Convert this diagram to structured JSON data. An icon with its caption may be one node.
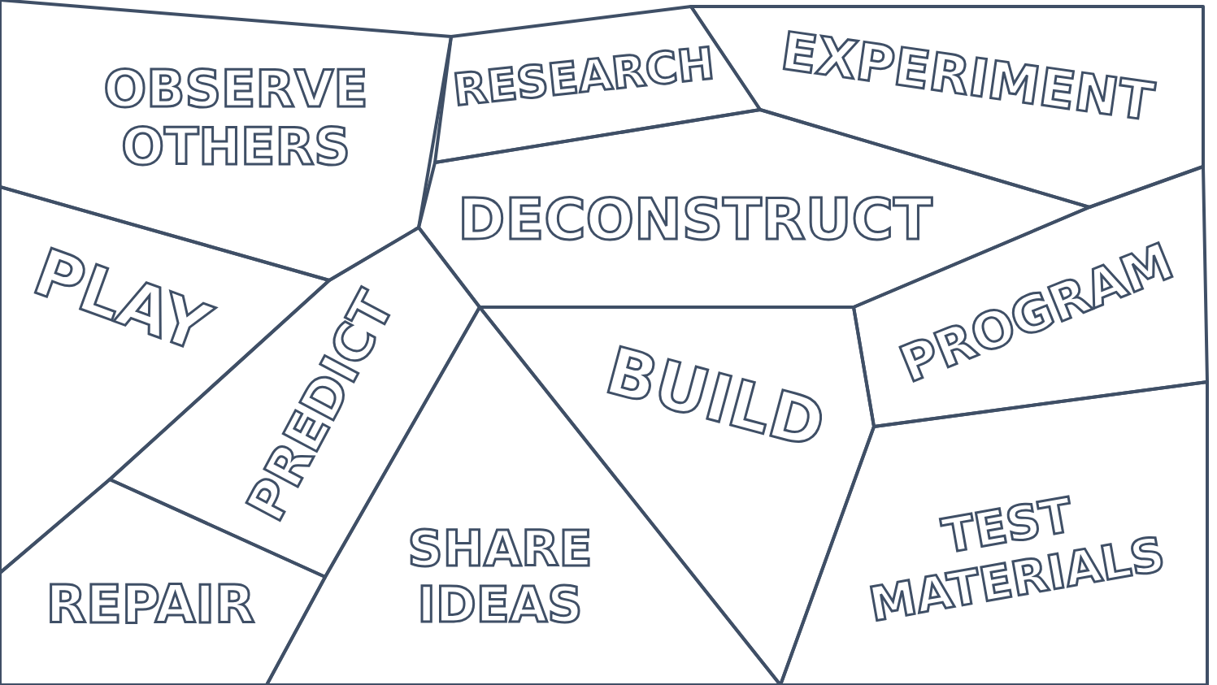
{
  "diagram": {
    "nodes": [
      {
        "text": [
          "OBSERVE OTHERS"
        ]
      },
      {
        "text": [
          "RESEARCH"
        ]
      },
      {
        "text": [
          "EXPERIMENT"
        ]
      },
      {
        "text": [
          "DECONSTRUCT"
        ]
      },
      {
        "text": [
          "PLAY"
        ]
      },
      {
        "text": [
          "PREDICT"
        ]
      },
      {
        "text": [
          "PROGRAM"
        ]
      },
      {
        "text": [
          "BUILD"
        ]
      },
      {
        "text": [
          "REPAIR"
        ]
      },
      {
        "text": [
          "SHARE IDEAS"
        ]
      },
      {
        "text": [
          "TEST MATERIALS"
        ]
      }
    ]
  }
}
